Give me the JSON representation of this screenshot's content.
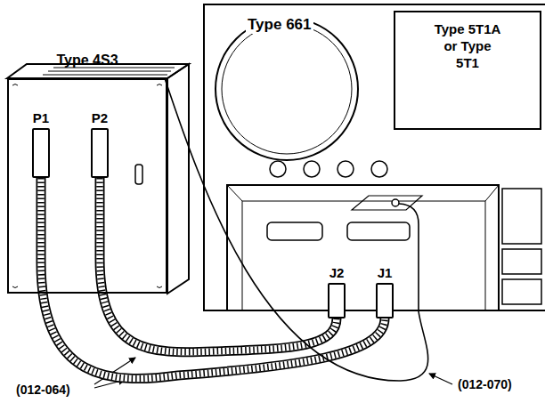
{
  "diagram": {
    "nodes": [
      {
        "text": [
          "Type 4S3"
        ]
      },
      {
        "text": [
          "P1"
        ],
        "in": 0
      },
      {
        "text": [
          "P2"
        ],
        "in": 0
      },
      {
        "text": [
          "Type 661"
        ]
      },
      {
        "text": [
          "Type 5T1A or Type 5T1"
        ],
        "in": 3
      },
      {
        "text": [
          "J2"
        ],
        "in": 3
      },
      {
        "text": [
          "J1"
        ],
        "in": 3
      }
    ],
    "edges": [
      {
        "from": 1,
        "to": 6,
        "arrow": "none"
      },
      {
        "from": 2,
        "to": 5,
        "arrow": "none"
      },
      {
        "from": 0,
        "to": 3,
        "arrow": "none"
      }
    ],
    "labels": [
      "(012-064)",
      "(012-070)"
    ]
  }
}
